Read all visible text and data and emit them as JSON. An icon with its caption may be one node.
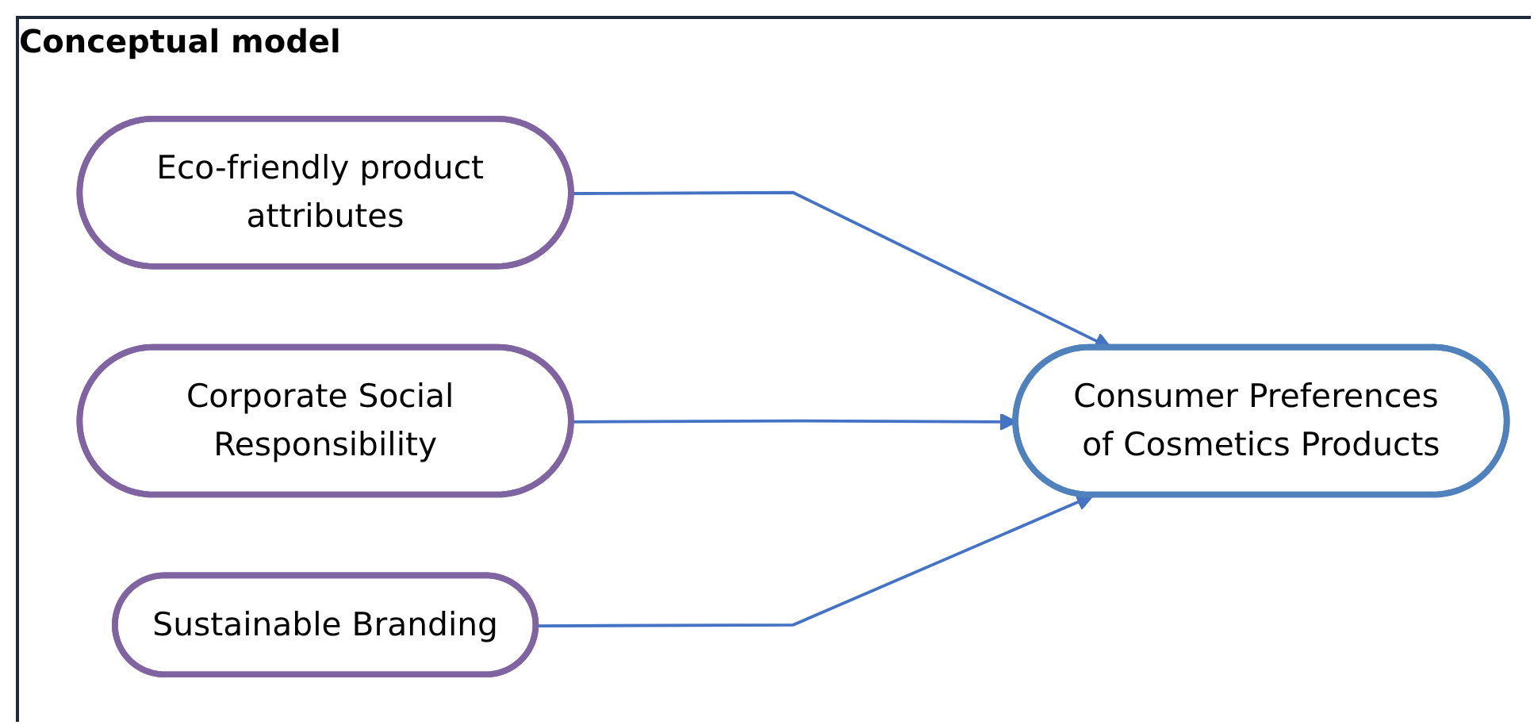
{
  "diagram": {
    "title": "Conceptual model",
    "nodes": [
      {
        "text": [
          "Eco-friendly product attributes"
        ]
      },
      {
        "text": [
          "Corporate Social Responsibility"
        ]
      },
      {
        "text": [
          "Sustainable Branding"
        ]
      },
      {
        "text": [
          "Consumer Preferences of Cosmetics Products"
        ]
      }
    ],
    "edges": [
      {
        "from": 0,
        "to": 3,
        "arrow": "to"
      },
      {
        "from": 1,
        "to": 3,
        "arrow": "to"
      },
      {
        "from": 2,
        "to": 3,
        "arrow": "to"
      }
    ]
  }
}
